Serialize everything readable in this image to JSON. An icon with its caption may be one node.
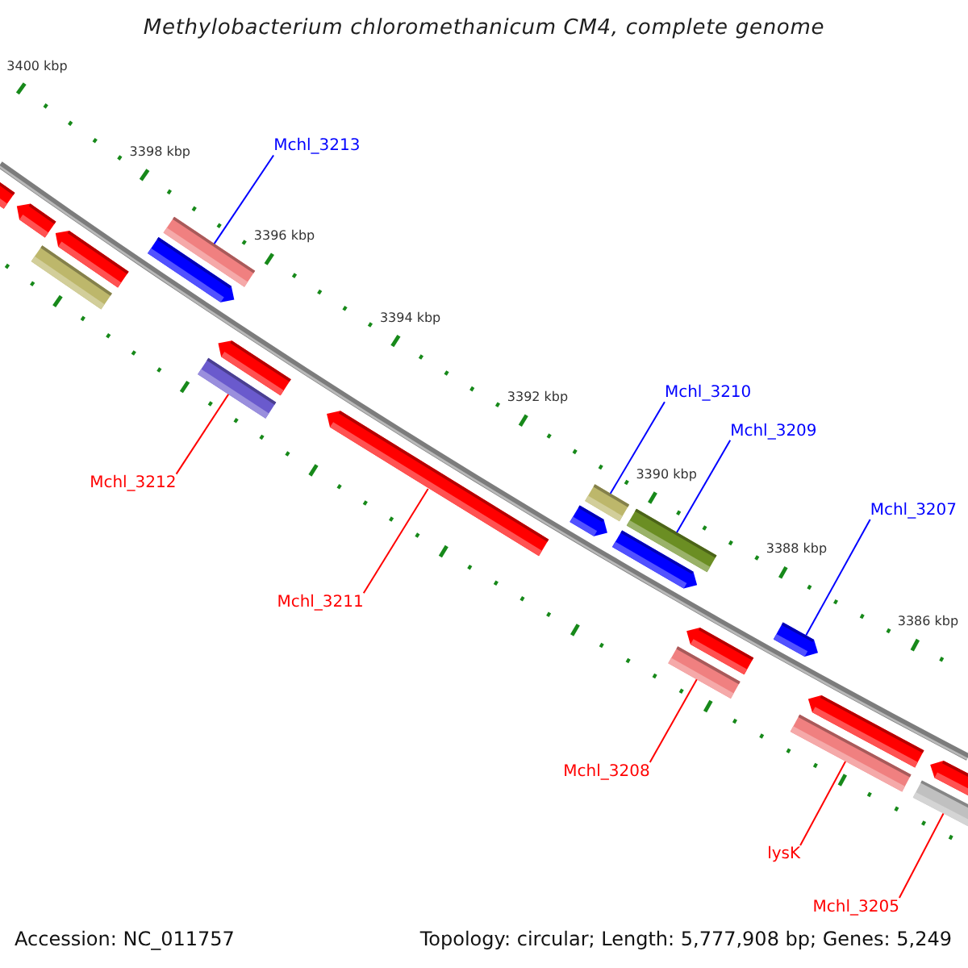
{
  "diagram": {
    "title": "Methylobacterium chloromethanicum CM4, complete genome",
    "nodes": [
      {
        "text": [
          "Mchl_3213"
        ]
      },
      {
        "text": [],
        "shape": "bar"
      },
      {
        "text": [
          "Mchl_3210"
        ]
      },
      {
        "text": [],
        "shape": "bar"
      },
      {
        "text": [
          "Mchl_3209"
        ]
      },
      {
        "text": [],
        "shape": "bar"
      },
      {
        "text": [
          "Mchl_3212"
        ]
      },
      {
        "text": [],
        "shape": "bar"
      },
      {
        "text": [
          "Mchl_3207"
        ]
      },
      {
        "text": [],
        "shape": "arrow"
      },
      {
        "text": [
          "Mchl_3211"
        ]
      },
      {
        "text": [],
        "shape": "arrow"
      },
      {
        "text": [
          "Mchl_3208"
        ]
      },
      {
        "text": [],
        "shape": "bar"
      },
      {
        "text": [
          "lysK"
        ]
      },
      {
        "text": [],
        "shape": "bar"
      },
      {
        "text": [
          "Mchl_3205"
        ]
      },
      {
        "text": [],
        "shape": "bar"
      }
    ],
    "edges": [
      {
        "from": 0,
        "to": 1,
        "arrow": "none",
        "color": "#0000ff"
      },
      {
        "from": 2,
        "to": 3,
        "arrow": "none",
        "color": "#0000ff"
      },
      {
        "from": 4,
        "to": 5,
        "arrow": "none",
        "color": "#0000ff"
      },
      {
        "from": 6,
        "to": 7,
        "arrow": "none"
      },
      {
        "from": 8,
        "to": 9,
        "arrow": "none",
        "color": "#0000ff"
      },
      {
        "from": 10,
        "to": 11,
        "arrow": "none"
      },
      {
        "from": 12,
        "to": 13,
        "arrow": "none"
      },
      {
        "from": 14,
        "to": 15,
        "arrow": "none"
      },
      {
        "from": 16,
        "to": 17,
        "arrow": "none"
      }
    ],
    "labels": [
      "3400 kbp",
      "3398 kbp",
      "3396 kbp",
      "3394 kbp",
      "3392 kbp",
      "3390 kbp",
      "3388 kbp",
      "3386 kbp",
      "Accession: NC_011757",
      "Topology: circular; Length: 5,777,908 bp; Genes: 5,249"
    ]
  }
}
